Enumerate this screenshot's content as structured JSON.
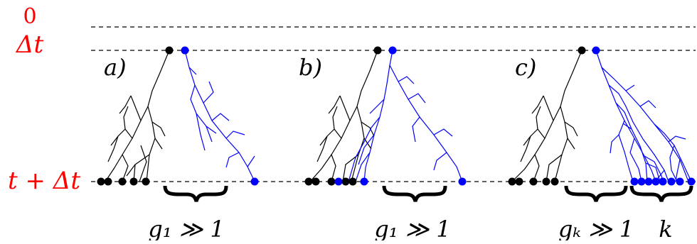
{
  "axis_labels": {
    "zero": "0",
    "delta_t": "Δt",
    "t_plus_delta_t": "t + Δt"
  },
  "panels": [
    {
      "label": "a)",
      "gap_label": "g₁ ≫ 1",
      "cluster_label": ""
    },
    {
      "label": "b)",
      "gap_label": "g₁ ≫ 1",
      "cluster_label": ""
    },
    {
      "label": "c)",
      "gap_label": "gₖ ≫ 1",
      "cluster_label": "k"
    }
  ],
  "colors": {
    "axis_text": "#ff0000",
    "black_branch": "#000000",
    "blue_branch": "#0000ff"
  }
}
